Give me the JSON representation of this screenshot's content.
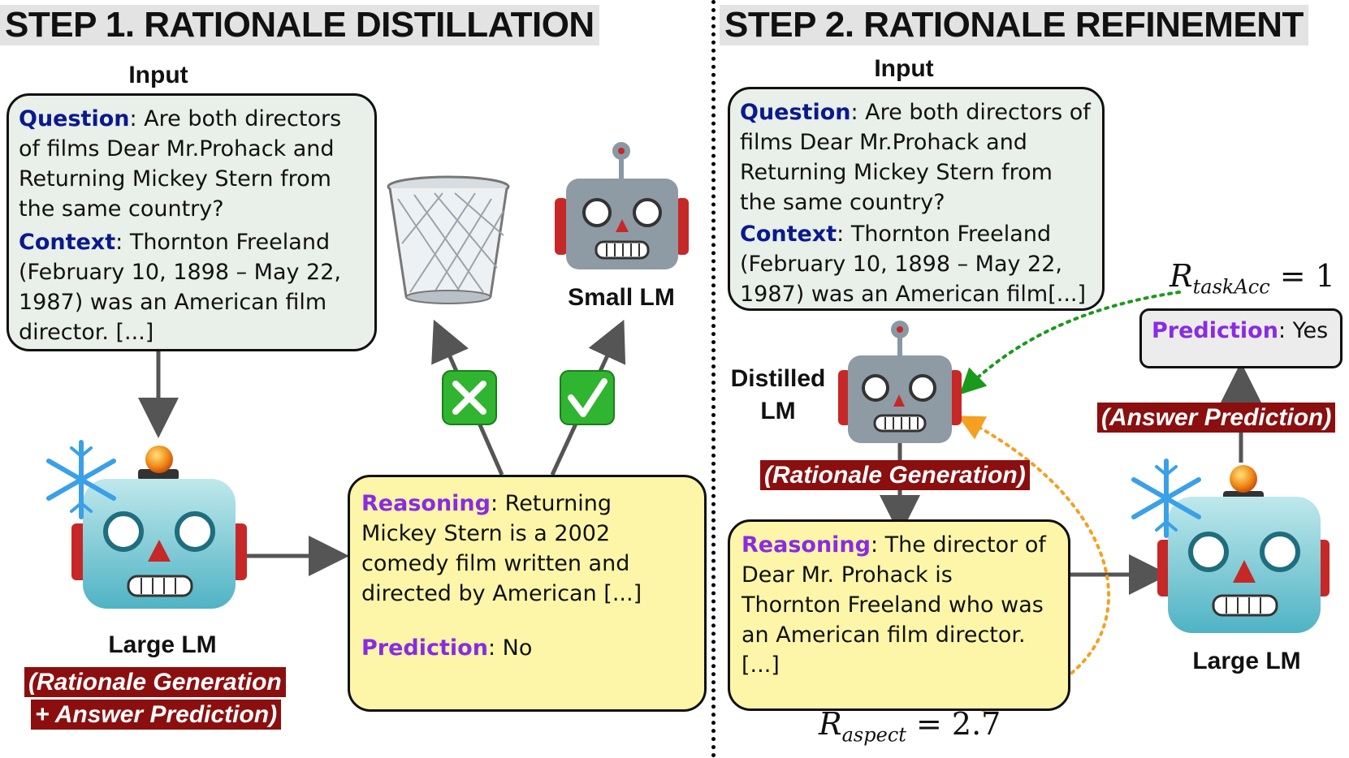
{
  "step1": {
    "title": "STEP 1. RATIONALE DISTILLATION",
    "input_heading": "Input",
    "input": {
      "question_label": "Question",
      "question_text": ": Are both directors of films Dear Mr.Prohack and Returning Mickey Stern from the same country?",
      "context_label": "Context",
      "context_text": ":  Thornton Freeland (February 10, 1898 – May 22, 1987) was an American film director. [...]"
    },
    "large_lm_label": "Large LM",
    "large_lm_tag_line1": "(Rationale Generation",
    "large_lm_tag_line2": "+ Answer Prediction)",
    "small_lm_label": "Small LM",
    "output": {
      "reasoning_label": "Reasoning",
      "reasoning_text": ": Returning Mickey Stern is a 2002 comedy film written and directed by American [...]",
      "prediction_label": "Prediction",
      "prediction_text": ": No"
    },
    "reject_icon": "cross-mark-icon",
    "accept_icon": "check-mark-icon"
  },
  "step2": {
    "title": "STEP 2. RATIONALE REFINEMENT",
    "input_heading": "Input",
    "input": {
      "question_label": "Question",
      "question_text": ": Are both directors of films Dear Mr.Prohack and Returning Mickey Stern from the same country?",
      "context_label": "Context",
      "context_text": ":  Thornton Freeland (February 10, 1898 – May 22, 1987) was an American film[...]"
    },
    "distilled_lm_label_line1": "Distilled",
    "distilled_lm_label_line2": "LM",
    "rationale_tag": "(Rationale Generation)",
    "reasoning": {
      "label": "Reasoning",
      "text": ": The director of Dear Mr. Prohack is Thornton Freeland who was an American film director. [...]"
    },
    "large_lm_label": "Large LM",
    "answer_tag": "(Answer Prediction)",
    "prediction": {
      "label": "Prediction",
      "text": ": Yes"
    },
    "reward_task": {
      "symbol": "R",
      "subscript": "taskAcc",
      "value": "= 1"
    },
    "reward_aspect": {
      "symbol": "R",
      "subscript": "aspect",
      "value": "= 2.7"
    }
  },
  "colors": {
    "question_label": "#0a1a8c",
    "prediction_label": "#8a2be2",
    "tag_background": "#8b0f0f",
    "input_box": "#e9efe9",
    "reasoning_box": "#fdf6a8",
    "green_arrow": "#1a9a1a",
    "orange_arrow": "#f5a020"
  }
}
